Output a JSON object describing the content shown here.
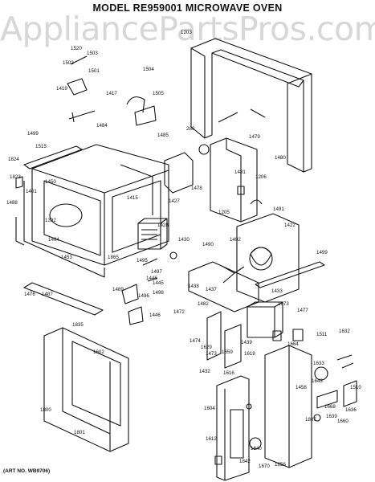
{
  "header": {
    "title": "MODEL RE959001   MICROWAVE OVEN"
  },
  "watermark": "AppliancePartsPros.com",
  "footer": {
    "art_no": "(ART NO. WB9706)"
  },
  "colors": {
    "ink": "#111111",
    "watermark": "#d7d7d7"
  },
  "parts": [
    "1520",
    "1503",
    "1502",
    "1501",
    "1504",
    "1419",
    "1417",
    "1505",
    "1203",
    "1484",
    "1499",
    "1515",
    "1485",
    "280",
    "1479",
    "1824",
    "1823",
    "1450",
    "1401",
    "1480",
    "1481",
    "1206",
    "1488",
    "1392",
    "1415",
    "1427",
    "1478",
    "1205",
    "1491",
    "1422",
    "1494",
    "1453",
    "1865",
    "1428",
    "1430",
    "1490",
    "1492",
    "1499",
    "1476",
    "1487",
    "1446",
    "1495",
    "1497",
    "1445",
    "1489",
    "1496",
    "1498",
    "1446",
    "1438",
    "1437",
    "1433",
    "1835",
    "1472",
    "1482",
    "1673",
    "1477",
    "1474",
    "1629",
    "1473",
    "1439",
    "1664",
    "1511",
    "1632",
    "1602",
    "1659",
    "1618",
    "1633",
    "1432",
    "1616",
    "1643",
    "1458",
    "1668",
    "1636",
    "1510",
    "1800",
    "1604",
    "1887",
    "1639",
    "1660",
    "1801",
    "1612",
    "1640",
    "1842",
    "1670",
    "1656"
  ]
}
